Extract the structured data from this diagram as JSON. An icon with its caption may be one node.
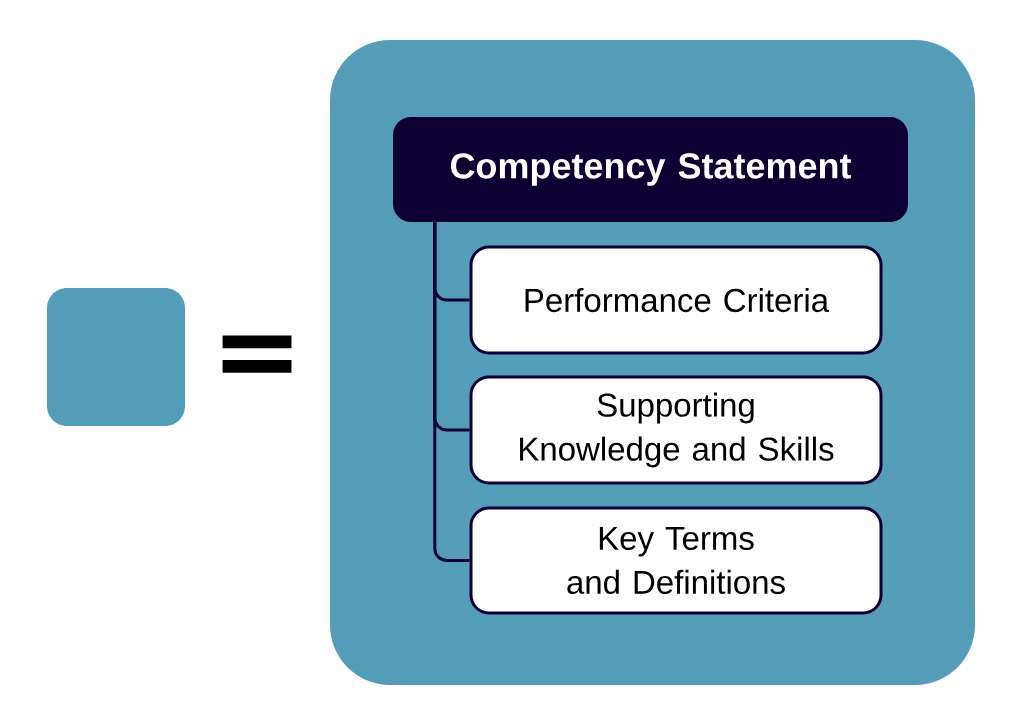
{
  "diagram": {
    "nodes": [
      {
        "text": [],
        "shape": "box"
      },
      {
        "text": [],
        "shape": "box"
      },
      {
        "text": [
          "Competency Statement"
        ],
        "in": 1
      },
      {
        "text": [
          "Performance Criteria"
        ],
        "in": 1
      },
      {
        "text": [
          "Supporting Knowledge and Skills"
        ],
        "in": 1
      },
      {
        "text": [
          "Key Terms and Definitions"
        ],
        "in": 1
      }
    ],
    "edges": [
      {
        "from": 2,
        "to": 3,
        "arrow": "none"
      },
      {
        "from": 2,
        "to": 4,
        "arrow": "none"
      },
      {
        "from": 2,
        "to": 5,
        "arrow": "none"
      }
    ],
    "labels": [
      "="
    ]
  }
}
